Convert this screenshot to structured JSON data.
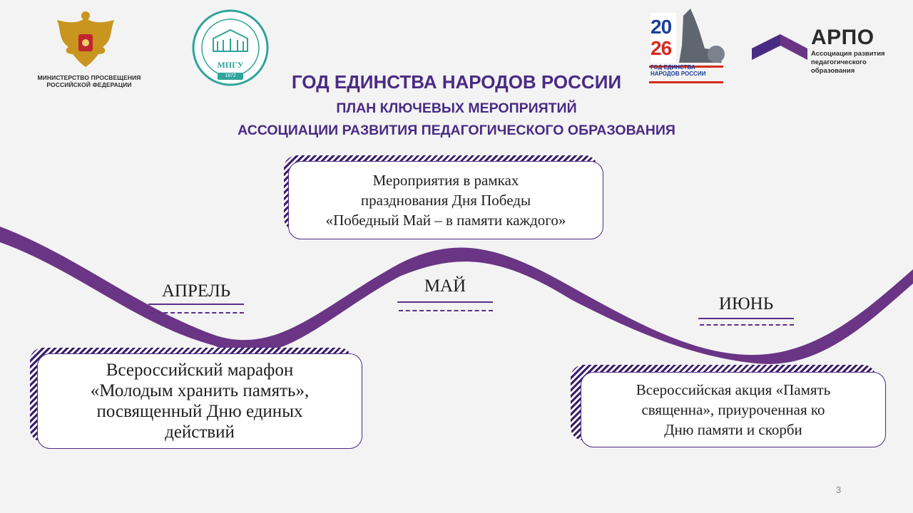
{
  "header": {
    "ministry_caption": "МИНИСТЕРСТВО ПРОСВЕЩЕНИЯ\nРОССИЙСКОЙ ФЕДЕРАЦИИ",
    "mpgu_logo_text": "МПГУ",
    "mpgu_year": "1872",
    "year_logo_top": "20",
    "year_logo_bottom": "26",
    "year_logo_caption": "ГОД ЕДИНСТВА\nНАРОДОВ РОССИИ",
    "arpo_title": "АРПО",
    "arpo_subtitle": "Ассоциация развития\nпедагогического образования"
  },
  "titles": {
    "line1": "ГОД ЕДИНСТВА НАРОДОВ РОССИИ",
    "line2": "ПЛАН КЛЮЧЕВЫХ МЕРОПРИЯТИЙ",
    "line3": "АССОЦИАЦИИ РАЗВИТИЯ ПЕДАГОГИЧЕСКОГО ОБРАЗОВАНИЯ"
  },
  "months": {
    "april": "АПРЕЛЬ",
    "may": "МАЙ",
    "june": "ИЮНЬ"
  },
  "events": {
    "april": "Всероссийский марафон\n«Молодым хранить память»,\nпосвященный Дню единых\nдействий",
    "may": "Мероприятия в рамках\nпразднования Дня Победы\n«Победный Май – в памяти каждого»",
    "june": "Всероссийская акция «Память\nсвященна», приуроченная ко\nДню памяти и скорби"
  },
  "colors": {
    "accent": "#4a2b84",
    "wave": "#6a3585",
    "background": "#f3f3f3"
  },
  "page_number": "3"
}
